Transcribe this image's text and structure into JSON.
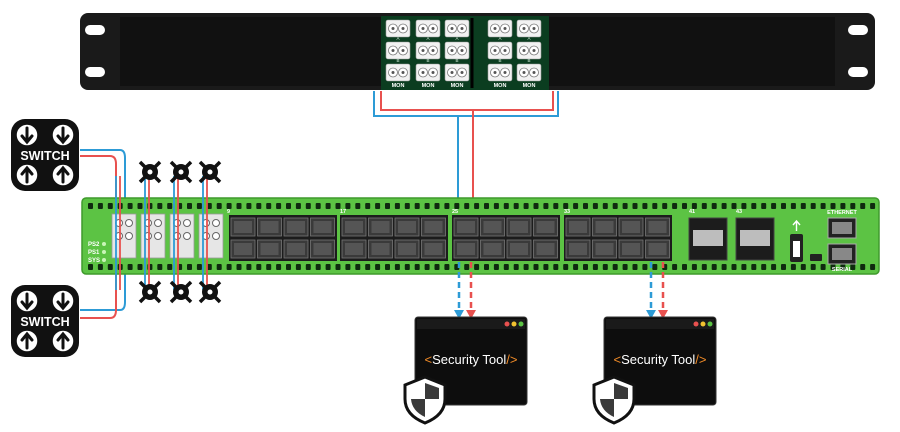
{
  "colors": {
    "chassis_dark": "#1a1a1a",
    "tap_green": "#0b3d20",
    "switch_green": "#5cc344",
    "wire_red": "#e8514f",
    "wire_blue": "#2d9bd6",
    "tool_accent": "#f28c28",
    "white": "#ffffff"
  },
  "patch_panel": {
    "port_label": "MON",
    "ab_labels": [
      "A",
      "B"
    ]
  },
  "switches": [
    {
      "label": "SWITCH"
    },
    {
      "label": "SWITCH"
    }
  ],
  "packet_broker": {
    "status_labels": [
      "PS2",
      "PS1",
      "SYS"
    ],
    "group_labels": [
      "9",
      "17",
      "25",
      "33",
      "41",
      "43"
    ],
    "ethernet_label": "ETHERNET",
    "serial_label": "SERIAL"
  },
  "security_tools": [
    {
      "open": "<",
      "name": "Security Tool",
      "close": "/>"
    },
    {
      "open": "<",
      "name": "Security Tool",
      "close": "/>"
    }
  ]
}
